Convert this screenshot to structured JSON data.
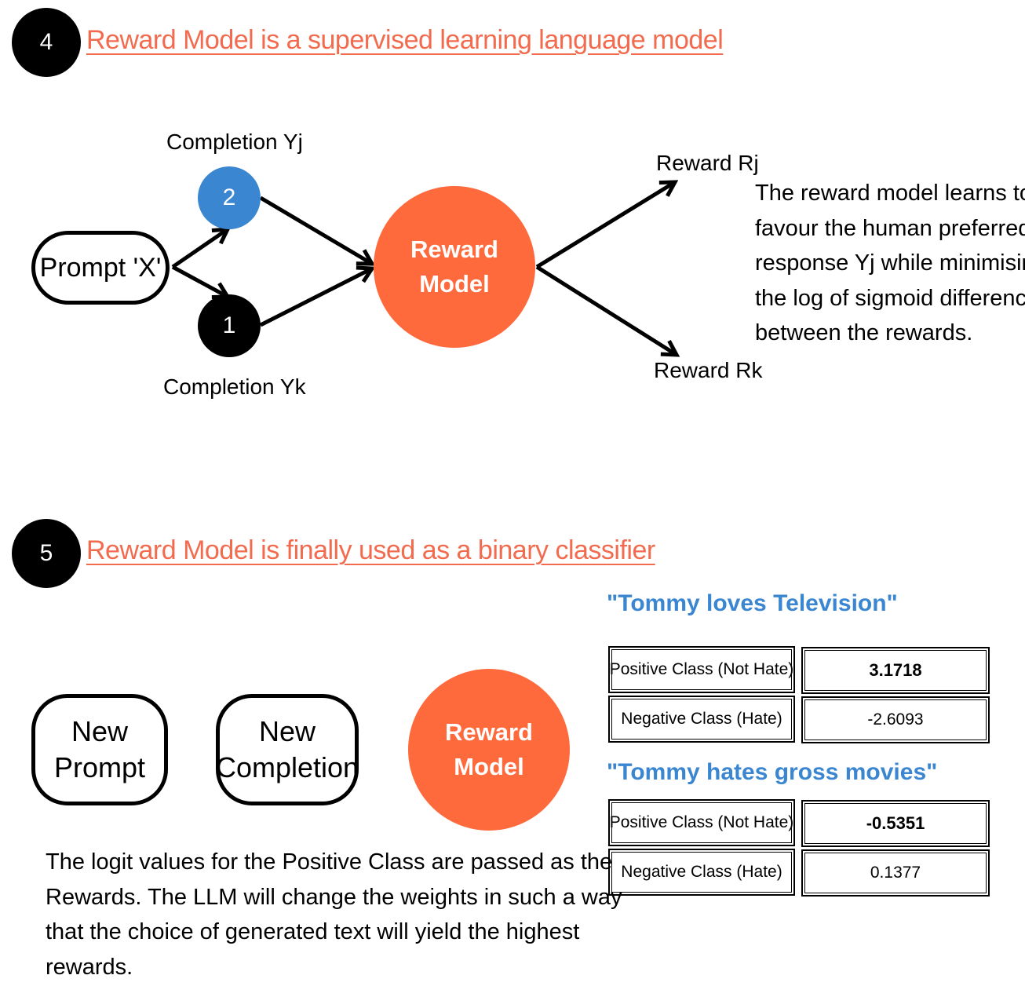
{
  "section4": {
    "number": "4",
    "heading": "Reward Model is a supervised learning language model",
    "prompt": "Prompt 'X'",
    "completion_yj_label": "Completion Yj",
    "completion_yj_node": "2",
    "completion_yk_label": "Completion Yk",
    "completion_yk_node": "1",
    "reward_model_line1": "Reward",
    "reward_model_line2": "Model",
    "reward_rj": "Reward Rj",
    "reward_rk": "Reward Rk",
    "explanation": [
      "The reward model learns to",
      "favour the human preferred",
      "response Yj while minimising",
      "the log of sigmoid difference",
      "between the rewards."
    ]
  },
  "section5": {
    "number": "5",
    "heading": "Reward Model is finally used as a binary classifier",
    "new_prompt_line1": "New",
    "new_prompt_line2": "Prompt",
    "new_completion_line1": "New",
    "new_completion_line2": "Completion",
    "reward_model_line1": "Reward",
    "reward_model_line2": "Model",
    "explanation": [
      "The logit values for the Positive Class are passed as the",
      "Rewards. The LLM will change the weights in such a way",
      "that the choice of generated text will yield the highest",
      "rewards."
    ],
    "examples": [
      {
        "quote": "\"Tommy loves Television\"",
        "rows": [
          {
            "label": "Positive Class (Not Hate)",
            "value": "3.1718"
          },
          {
            "label": "Negative Class (Hate)",
            "value": "-2.6093"
          }
        ]
      },
      {
        "quote": "\"Tommy hates gross movies\"",
        "rows": [
          {
            "label": "Positive Class (Not Hate)",
            "value": "-0.5351"
          },
          {
            "label": "Negative Class (Hate)",
            "value": "0.1377"
          }
        ]
      }
    ]
  },
  "colors": {
    "heading": "#F26B4F",
    "reward_model": "#FF6A3D",
    "node_blue": "#3A86D1",
    "node_black": "#000000",
    "quote_blue": "#3A86D1"
  }
}
